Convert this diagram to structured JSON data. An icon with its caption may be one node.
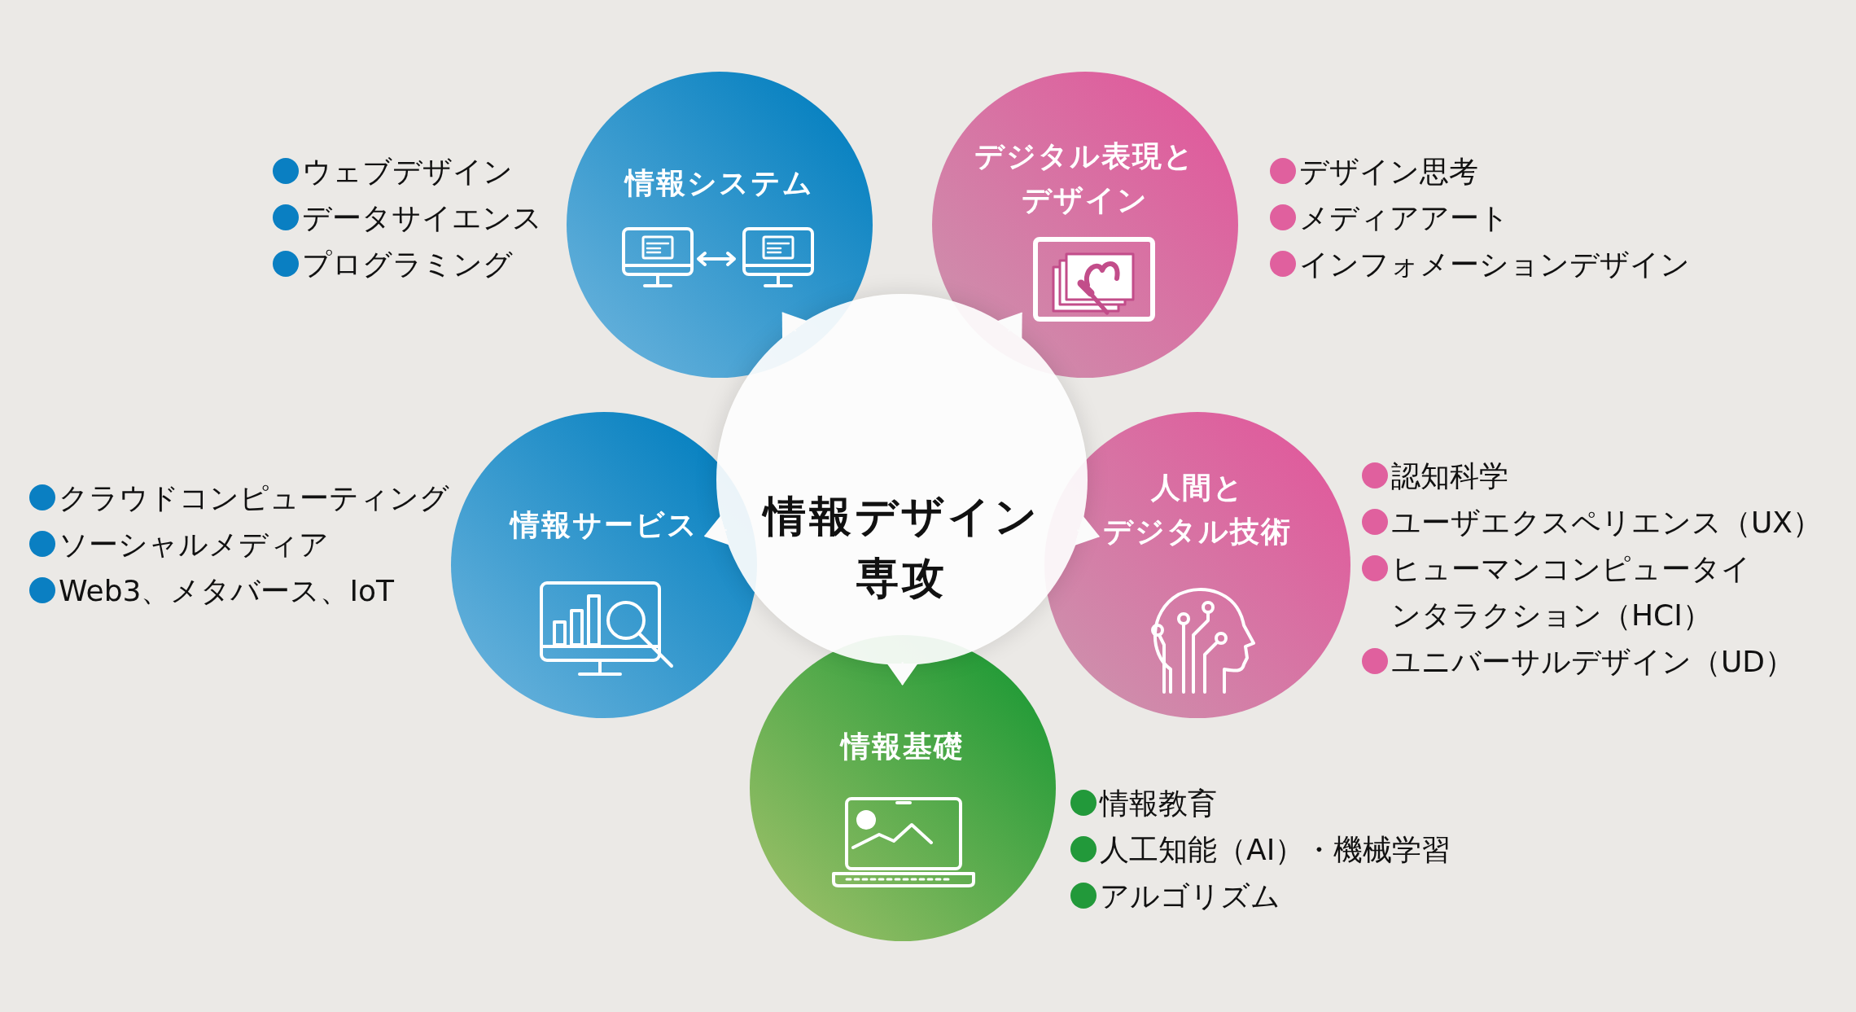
{
  "diagram": {
    "nodes": [
      {
        "text": [
          "情報デザイン専攻"
        ]
      },
      {
        "text": [
          "情報システム"
        ],
        "beside": [
          "ウェブデザイン",
          "データサイエンス",
          "プログラミング"
        ]
      },
      {
        "text": [
          "デジタル表現とデザイン"
        ],
        "beside": [
          "デザイン思考",
          "メディアアート",
          "インフォメーションデザイン"
        ]
      },
      {
        "text": [
          "情報サービス"
        ],
        "beside": [
          "クラウドコンピューティング",
          "ソーシャルメディア",
          "Web3、メタバース、IoT"
        ]
      },
      {
        "text": [
          "人間とデジタル技術"
        ],
        "beside": [
          "認知科学",
          "ユーザエクスペリエンス（UX）",
          "ヒューマンコンピュータインタラクション（HCI）",
          "ユニバーサルデザイン（UD）"
        ]
      },
      {
        "text": [
          "情報基礎"
        ],
        "beside": [
          "情報教育",
          "人工知能（AI）・機械学習",
          "アルゴリズム"
        ]
      }
    ],
    "edges": [
      {
        "from": 0,
        "to": 1,
        "arrow": "to"
      },
      {
        "from": 0,
        "to": 2,
        "arrow": "to"
      },
      {
        "from": 0,
        "to": 3,
        "arrow": "to"
      },
      {
        "from": 0,
        "to": 4,
        "arrow": "to"
      },
      {
        "from": 0,
        "to": 5,
        "arrow": "to"
      }
    ]
  }
}
